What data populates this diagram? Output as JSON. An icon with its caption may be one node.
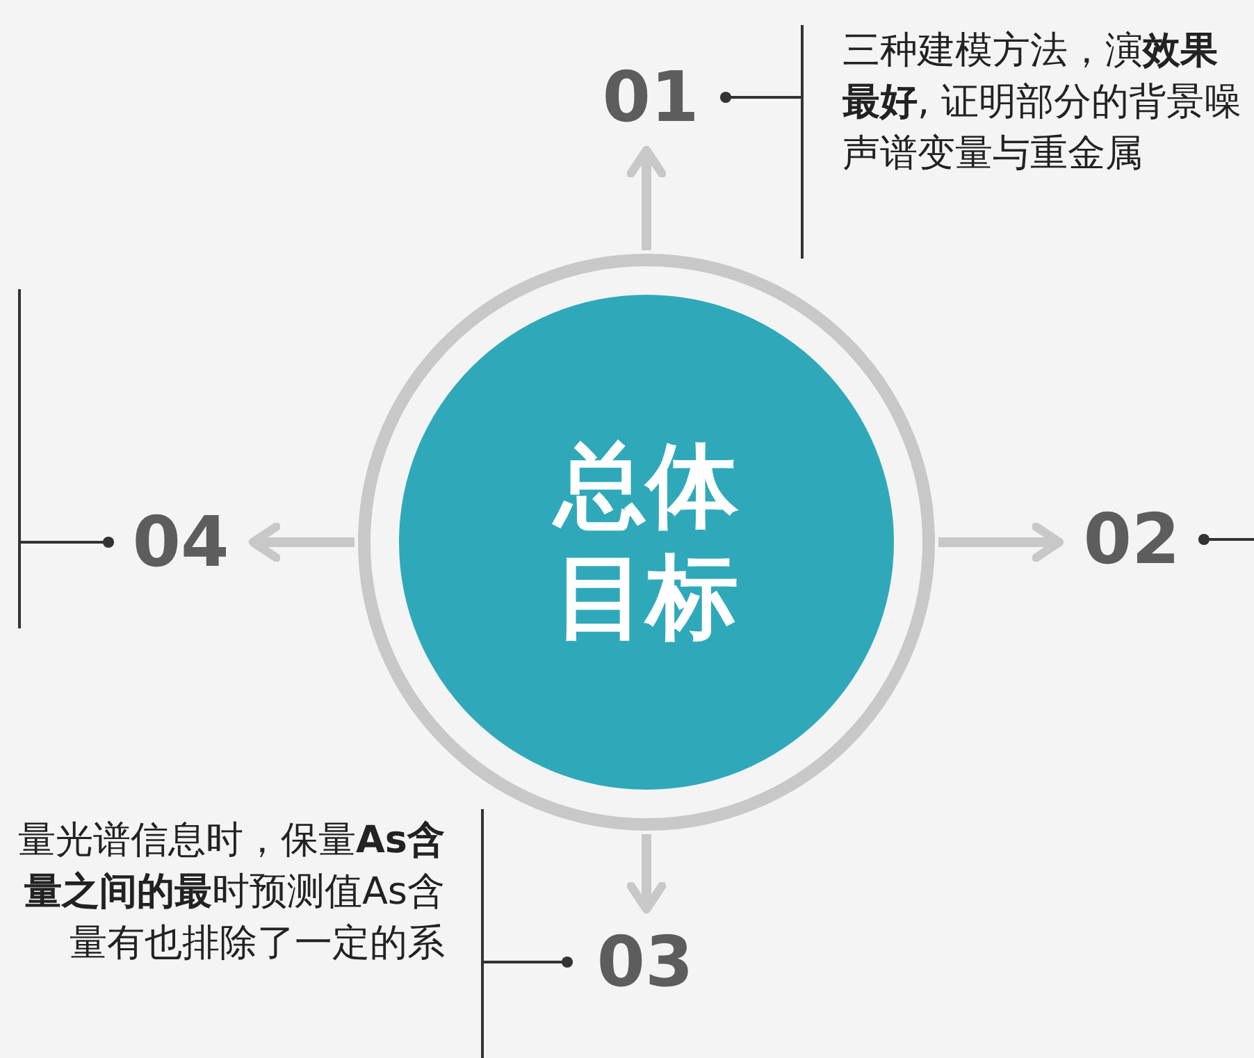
{
  "diagram": {
    "nodes": [
      {
        "text": [
          "总体目标"
        ]
      },
      {
        "text": [
          "01"
        ]
      },
      {
        "text": [
          "02"
        ]
      },
      {
        "text": [
          "03"
        ]
      },
      {
        "text": [
          "04"
        ]
      },
      {
        "text": [
          "三种建模方法，演**效果最好**, 证明部分的背景噪声谱变量与重金属"
        ]
      },
      {
        "text": [
          "量光谱信息时，保量**As含量之间的最**时预测值As含量有也排除了一定的系"
        ]
      },
      {
        "text": [],
        "shape": "bar"
      }
    ],
    "edges": [
      {
        "from": 0,
        "to": 1,
        "arrow": "to",
        "style": "thick"
      },
      {
        "from": 0,
        "to": 2,
        "arrow": "to",
        "style": "thick"
      },
      {
        "from": 0,
        "to": 3,
        "arrow": "to",
        "style": "thick"
      },
      {
        "from": 0,
        "to": 4,
        "arrow": "to",
        "style": "thick"
      },
      {
        "from": 1,
        "to": 5,
        "arrow": "other",
        "color": "#333333"
      },
      {
        "from": 2,
        "to": null,
        "arrow": "other",
        "color": "#333333"
      },
      {
        "from": 3,
        "to": 6,
        "arrow": "other",
        "color": "#333333"
      },
      {
        "from": 4,
        "to": 7,
        "arrow": "other",
        "color": "#333333"
      }
    ]
  }
}
